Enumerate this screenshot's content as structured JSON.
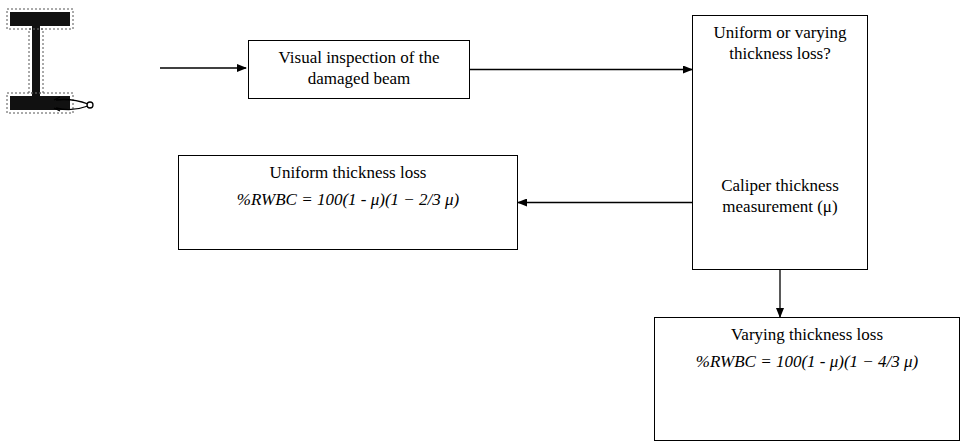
{
  "diagram": {
    "nodes": [
      {
        "text": [
          "Visual inspection of the damaged beam"
        ]
      },
      {
        "text": [
          "Uniform or varying thickness loss?",
          "Caliper thickness measurement (μ)"
        ]
      },
      {
        "text": [
          "Uniform thickness loss",
          "%RWBC = 100(1 - μ)(1 − 2/3 μ)"
        ]
      },
      {
        "text": [
          "Varying thickness loss",
          "%RWBC = 100(1 - μ)(1 − 4/3 μ)"
        ]
      }
    ],
    "edges": [
      {
        "from": 0,
        "to": 1,
        "arrow": "to"
      },
      {
        "from": 1,
        "to": 2,
        "arrow": "to"
      },
      {
        "from": 1,
        "to": 3,
        "arrow": "to"
      }
    ]
  }
}
